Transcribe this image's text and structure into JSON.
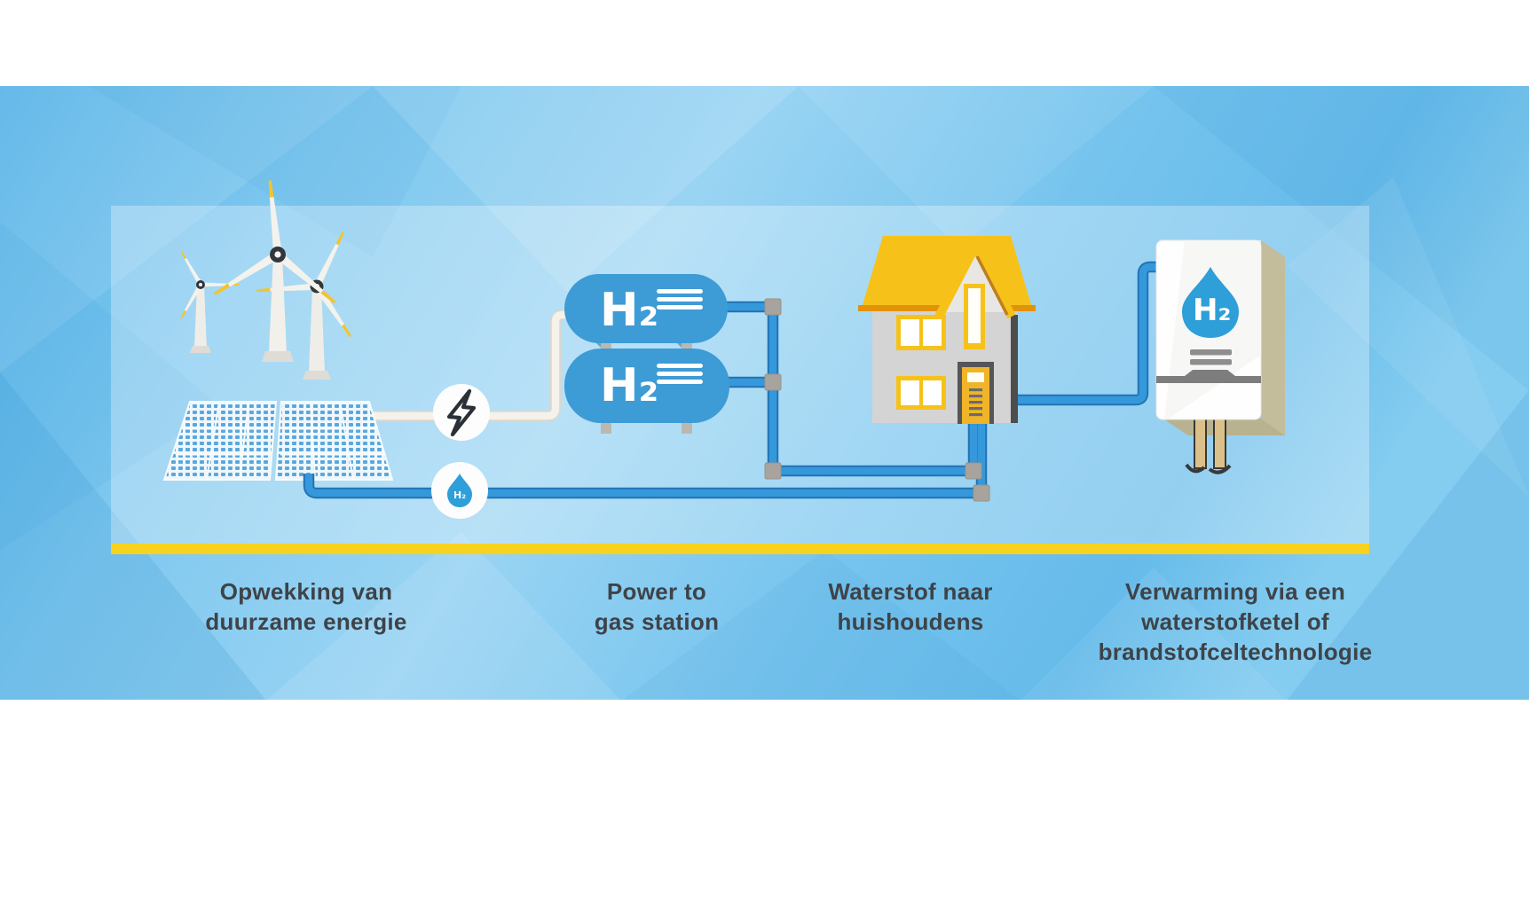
{
  "infographic": {
    "topic": "hydrogen-energy-chain",
    "labels": {
      "stage1_line1": "Opwekking van",
      "stage1_line2": "duurzame energie",
      "stage2_line1": "Power to",
      "stage2_line2": "gas station",
      "stage3_line1": "Waterstof naar",
      "stage3_line2": "huishoudens",
      "stage4_line1": "Verwarming via een",
      "stage4_line2": "waterstofketel of",
      "stage4_line3": "brandstofceltechnologie"
    },
    "icons": {
      "tank1_text": "H₂",
      "tank2_text": "H₂",
      "electrolysis_drop_text": "H₂",
      "boiler_drop_text": "H₂",
      "lightning_icon": "electricity",
      "drop_icon": "hydrogen-water-drop"
    },
    "colors": {
      "background_blue": "#6FC0EC",
      "panel_overlay": "rgba(255,255,255,0.30)",
      "divider_yellow": "#F7D21E",
      "tank_blue": "#3D9BD5",
      "pipe_blue": "#2E8FD0",
      "drop_blue": "#2E9FD8",
      "roof_yellow": "#F6C21A",
      "house_gray": "#D4D4D4",
      "boiler_side_tan": "#C4BD9B",
      "text_dark": "#3E4348"
    }
  }
}
